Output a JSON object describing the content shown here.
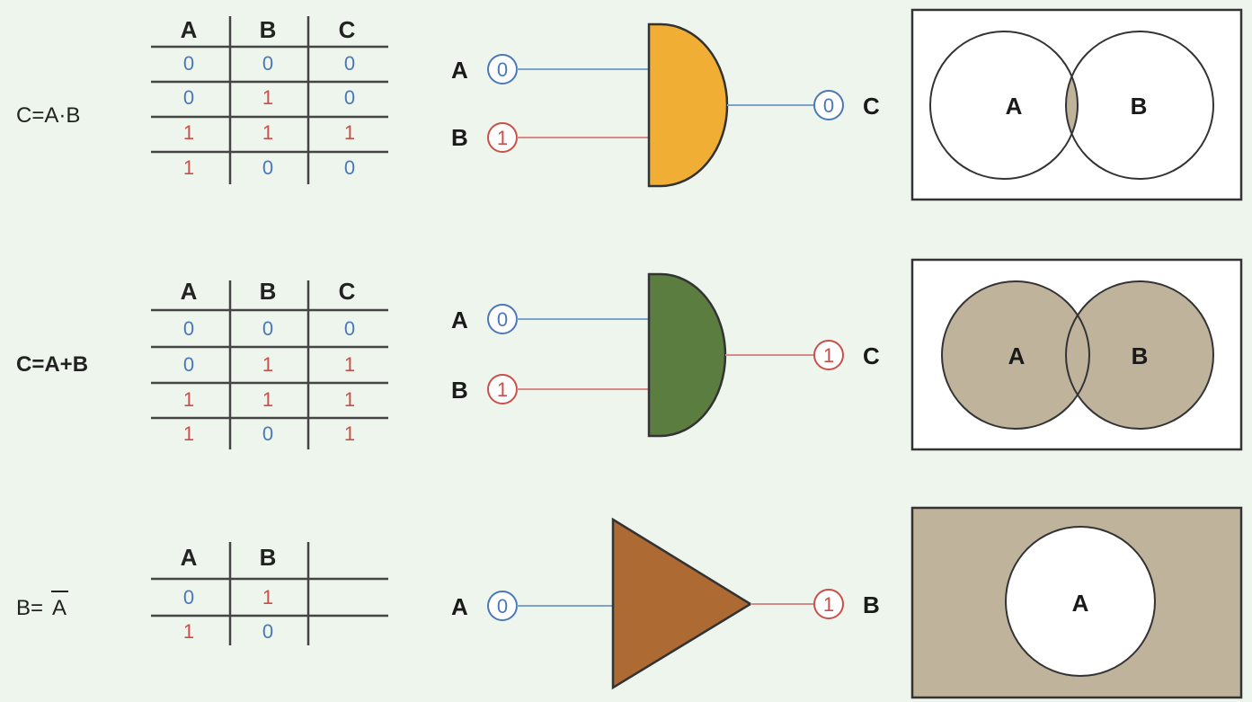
{
  "colors": {
    "background": "#eef5ec",
    "value_zero": "#4a78b8",
    "value_one": "#c8504a",
    "and_gate": "#f0ae34",
    "or_gate": "#5c7d40",
    "not_gate": "#ad6a32",
    "venn_shade": "#bfb39b"
  },
  "rows": [
    {
      "formula": "C=A·B",
      "table": {
        "headers": [
          "A",
          "B",
          "C"
        ],
        "rows": [
          [
            "0",
            "0",
            "0"
          ],
          [
            "0",
            "1",
            "0"
          ],
          [
            "1",
            "1",
            "1"
          ],
          [
            "1",
            "0",
            "0"
          ]
        ]
      },
      "gate": {
        "type": "and",
        "inputs": [
          {
            "label": "A",
            "value": "0"
          },
          {
            "label": "B",
            "value": "1"
          }
        ],
        "output": {
          "label": "C",
          "value": "0"
        }
      },
      "venn": {
        "labels": [
          "A",
          "B"
        ],
        "shaded": "intersection"
      }
    },
    {
      "formula": "C=A+B",
      "table": {
        "headers": [
          "A",
          "B",
          "C"
        ],
        "rows": [
          [
            "0",
            "0",
            "0"
          ],
          [
            "0",
            "1",
            "1"
          ],
          [
            "1",
            "1",
            "1"
          ],
          [
            "1",
            "0",
            "1"
          ]
        ]
      },
      "gate": {
        "type": "or",
        "inputs": [
          {
            "label": "A",
            "value": "0"
          },
          {
            "label": "B",
            "value": "1"
          }
        ],
        "output": {
          "label": "C",
          "value": "1"
        }
      },
      "venn": {
        "labels": [
          "A",
          "B"
        ],
        "shaded": "union"
      }
    },
    {
      "formula_lhs": "B=",
      "formula_rhs": "A",
      "table": {
        "headers": [
          "A",
          "B"
        ],
        "rows": [
          [
            "0",
            "1"
          ],
          [
            "1",
            "0"
          ]
        ]
      },
      "gate": {
        "type": "not",
        "inputs": [
          {
            "label": "A",
            "value": "0"
          }
        ],
        "output": {
          "label": "B",
          "value": "1"
        }
      },
      "venn": {
        "labels": [
          "A"
        ],
        "shaded": "complement"
      }
    }
  ]
}
